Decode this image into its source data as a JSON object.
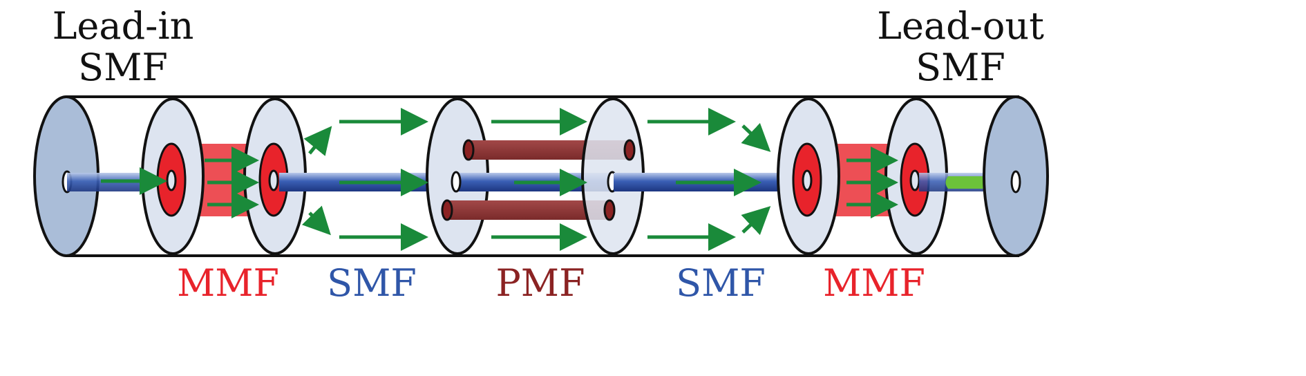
{
  "labels": {
    "lead_in_line1": "Lead-in",
    "lead_in_line2": "SMF",
    "lead_out_line1": "Lead-out",
    "lead_out_line2": "SMF",
    "bottom": [
      "MMF",
      "SMF",
      "PMF",
      "SMF",
      "MMF"
    ]
  },
  "colors": {
    "mmf": "#e8232b",
    "smf": "#2f56a8",
    "pmf": "#8b2323",
    "arrow": "#1a8a3a",
    "disk": "#dde4f0",
    "end_disk": "#aabdd8",
    "output_light": "#6cc23a"
  }
}
